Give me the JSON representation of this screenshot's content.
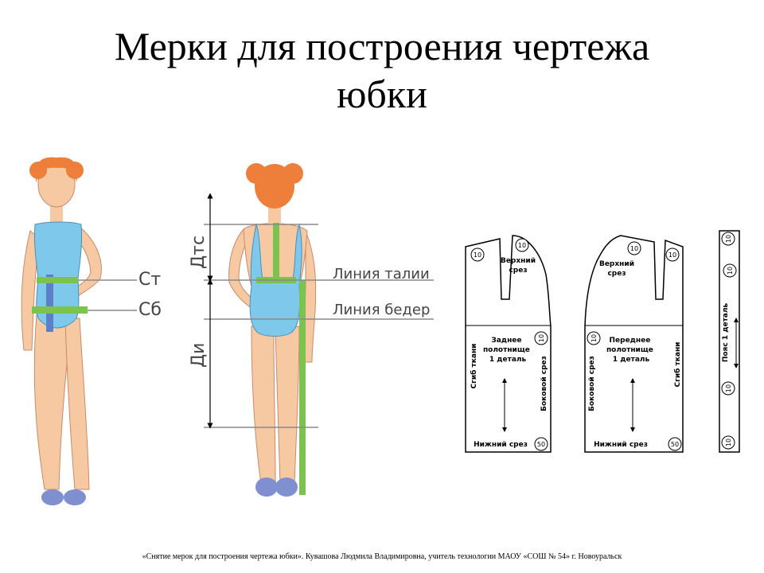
{
  "title": {
    "line1": "Мерки для построения чертежа",
    "line2": "юбки"
  },
  "figures": {
    "waist_girth_label": "Ст",
    "hip_girth_label": "Сб",
    "back_waist_length_label": "Дтс",
    "skirt_length_label": "Ди",
    "waist_line_label": "Линия талии",
    "hip_line_label": "Линия бедер"
  },
  "patterns": {
    "back_panel": {
      "top_edge": "Верхний срез",
      "name_line1": "Заднее",
      "name_line2": "полотнище",
      "name_line3": "1 деталь",
      "fold": "Сгиб ткани",
      "side_seam": "Боковой срез",
      "bottom_edge": "Нижний срез",
      "seam_allowances": [
        "10",
        "10",
        "50"
      ]
    },
    "front_panel": {
      "top_edge": "Верхний срез",
      "name_line1": "Переднее",
      "name_line2": "полотнище",
      "name_line3": "1 деталь",
      "fold": "Сгиб ткани",
      "side_seam": "Боковой срез",
      "bottom_edge": "Нижний срез",
      "seam_allowances": [
        "10",
        "10",
        "50"
      ]
    },
    "waistband": {
      "name": "Пояс 1 деталь",
      "seam_allowances": [
        "10",
        "10",
        "10",
        "10"
      ]
    }
  },
  "footer": "«Снятие мерок для построения чертежа юбки». Кувашова Людмила Владимировна, учитель технологии МАОУ «СОШ № 54» г. Новоуральск",
  "colors": {
    "skin": "#f7c9a3",
    "hair": "#ee7f3b",
    "swimsuit": "#7ec8ec",
    "tape_green": "#7cc24f",
    "tape_blue": "#5b7fc8",
    "line_gray": "#8a8a8a",
    "slipper": "#7f8fcf"
  }
}
